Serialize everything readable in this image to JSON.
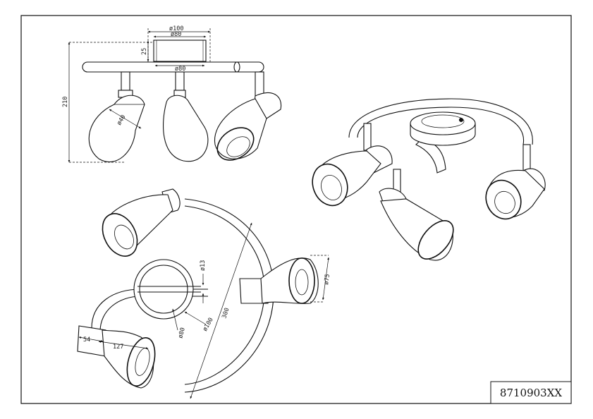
{
  "drawing": {
    "product_code": "8710903XX",
    "front_view": {
      "height": "210",
      "canopy_height": "25",
      "canopy_outer_dia": "ø100",
      "canopy_inner_dia": "ø80",
      "bar_dia": "ø80",
      "shade_dia": "ø40"
    },
    "top_view": {
      "ring_dia": "300",
      "shade_dia": "ø75",
      "center_hole_dia": "ø13",
      "base_outer_dia": "ø100",
      "base_inner_dia": "ø80",
      "shade_length": "127",
      "holder_length": "54"
    }
  }
}
